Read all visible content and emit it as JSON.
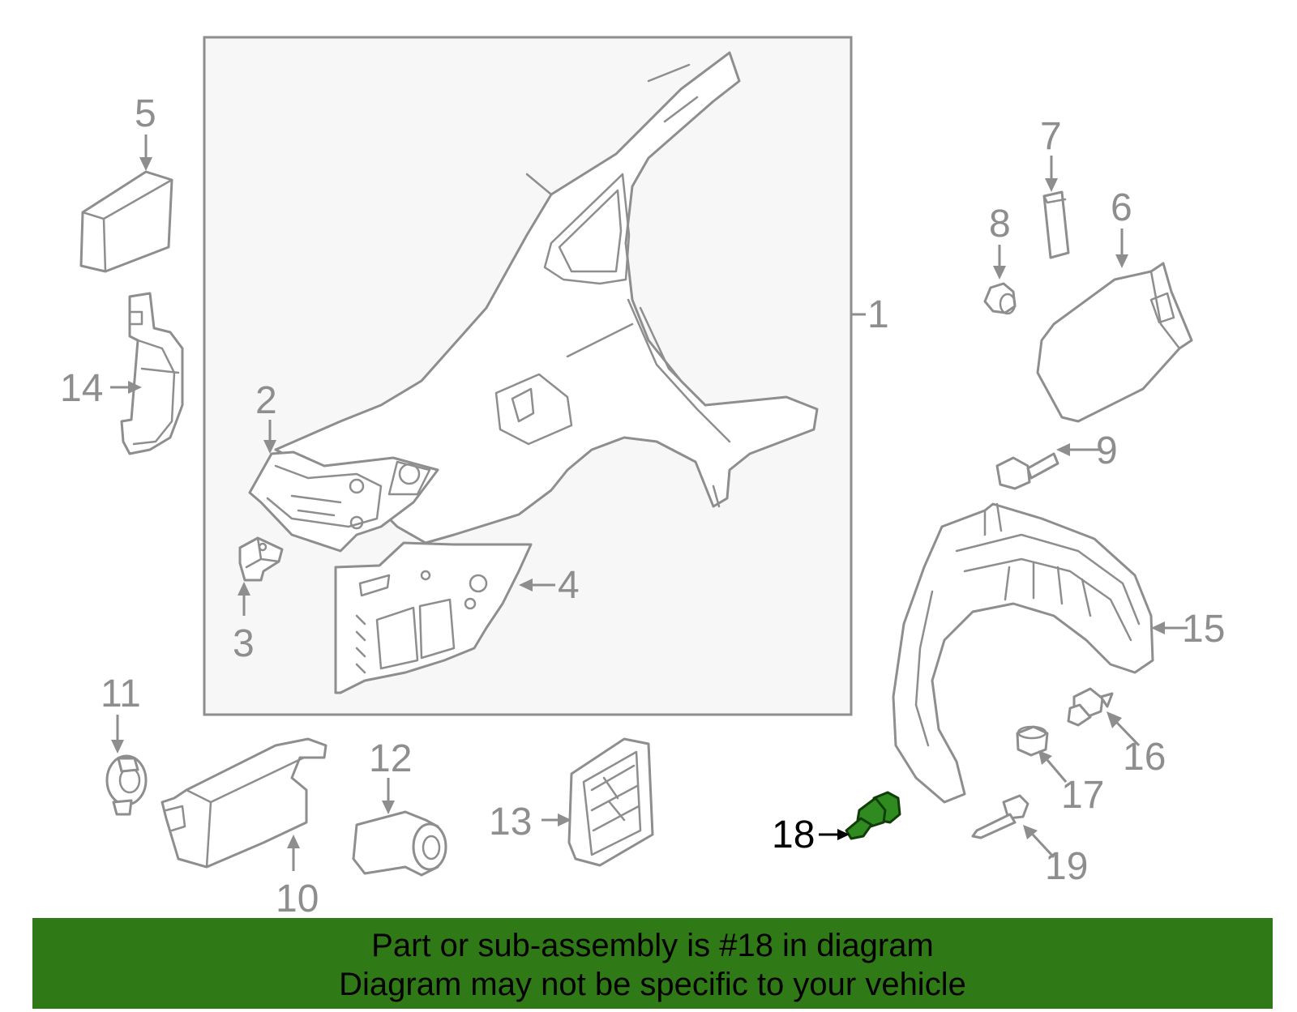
{
  "callouts": {
    "c1": "1",
    "c2": "2",
    "c3": "3",
    "c4": "4",
    "c5": "5",
    "c6": "6",
    "c7": "7",
    "c8": "8",
    "c9": "9",
    "c10": "10",
    "c11": "11",
    "c12": "12",
    "c13": "13",
    "c14": "14",
    "c15": "15",
    "c16": "16",
    "c17": "17",
    "c18": "18",
    "c19": "19"
  },
  "highlighted_part": "18",
  "colors": {
    "highlight": "#2f8a1f",
    "banner": "#2f7a17",
    "line": "#8e8e8e",
    "panel_bg": "#f7f7f7"
  },
  "banner": {
    "line1": "Part or sub-assembly is #18 in diagram",
    "line2": "Diagram may not be specific to your vehicle"
  }
}
